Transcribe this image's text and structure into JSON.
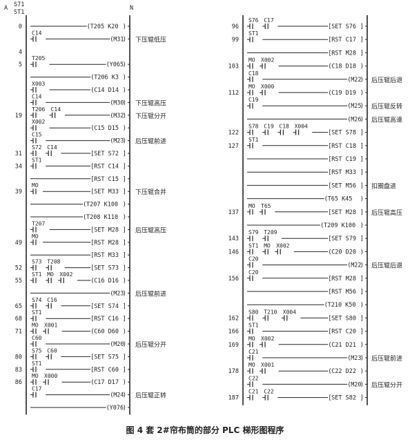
{
  "caption": "图 4  套 2#帘布筒的部分 PLC 梯形图程序",
  "colors": {
    "ink": "#222222",
    "paper": "#ffffff"
  },
  "left_panel": {
    "rail_top_labels": [
      "A",
      "S71",
      "ST1",
      "N"
    ],
    "rows": [
      {
        "step": "0",
        "contacts": [],
        "coil": "T205  K20",
        "comment": ""
      },
      {
        "step": "",
        "contacts": [
          "C14"
        ],
        "coil": "M31",
        "comment": "下压辊低压"
      },
      {
        "step": "4",
        "contacts": [],
        "coil": "",
        "comment": ""
      },
      {
        "step": "5",
        "contacts": [
          "T205"
        ],
        "coil": "Y065",
        "comment": ""
      },
      {
        "step": "",
        "contacts": [],
        "coil": "T206  K3",
        "comment": ""
      },
      {
        "step": "",
        "contacts": [
          "X003"
        ],
        "coil": "C14  D14",
        "comment": ""
      },
      {
        "step": "",
        "contacts": [
          "C14"
        ],
        "coil": "M30",
        "comment": "下压辊高压"
      },
      {
        "step": "19",
        "contacts": [
          "T206",
          "C14"
        ],
        "coil": "M32",
        "comment": "下压辊分开"
      },
      {
        "step": "",
        "contacts": [
          "X002"
        ],
        "coil": "C15  D15",
        "comment": ""
      },
      {
        "step": "",
        "contacts": [
          "C15"
        ],
        "coil": "M23",
        "comment": "后压辊前进"
      },
      {
        "step": "31",
        "contacts": [
          "S72",
          "C14"
        ],
        "coil": "SET  S72",
        "comment": ""
      },
      {
        "step": "34",
        "contacts": [
          "ST1"
        ],
        "coil": "RST  C14",
        "comment": ""
      },
      {
        "step": "",
        "contacts": [],
        "coil": "RST  C15",
        "comment": ""
      },
      {
        "step": "39",
        "contacts": [
          "MO"
        ],
        "coil": "SET  M33",
        "comment": "下压辊合并"
      },
      {
        "step": "",
        "contacts": [],
        "coil": "T207  K100",
        "comment": ""
      },
      {
        "step": "",
        "contacts": [],
        "coil": "T208  K110",
        "comment": ""
      },
      {
        "step": "",
        "contacts": [
          "T207"
        ],
        "coil": "SET  M28",
        "comment": "后压辊高压"
      },
      {
        "step": "49",
        "contacts": [
          "MO"
        ],
        "coil": "RST  M28",
        "comment": ""
      },
      {
        "step": "",
        "contacts": [],
        "coil": "RST  M33",
        "comment": ""
      },
      {
        "step": "52",
        "contacts": [
          "S73",
          "T208"
        ],
        "coil": "SET  S73",
        "comment": ""
      },
      {
        "step": "55",
        "contacts": [
          "ST1",
          "MO",
          "X002"
        ],
        "coil": "C16  D16",
        "comment": ""
      },
      {
        "step": "",
        "contacts": [],
        "coil": "M23",
        "comment": "后压辊前进"
      },
      {
        "step": "65",
        "contacts": [
          "S74",
          "C16"
        ],
        "coil": "SET  S74",
        "comment": ""
      },
      {
        "step": "68",
        "contacts": [
          "ST1"
        ],
        "coil": "RST  C16",
        "comment": ""
      },
      {
        "step": "71",
        "contacts": [
          "MO",
          "X001"
        ],
        "coil": "C60  D60",
        "comment": ""
      },
      {
        "step": "",
        "contacts": [
          "C60"
        ],
        "coil": "M20",
        "comment": "后压辊分开"
      },
      {
        "step": "80",
        "contacts": [
          "S75",
          "C60"
        ],
        "coil": "SET  S75",
        "comment": ""
      },
      {
        "step": "83",
        "contacts": [
          "ST1"
        ],
        "coil": "RST  C60",
        "comment": ""
      },
      {
        "step": "86",
        "contacts": [
          "MO",
          "X000"
        ],
        "coil": "C17  D17",
        "comment": ""
      },
      {
        "step": "",
        "contacts": [
          "C17"
        ],
        "coil": "M24",
        "comment": "后压辊正转"
      },
      {
        "step": "",
        "contacts": [],
        "coil": "Y076",
        "comment": ""
      }
    ]
  },
  "right_panel": {
    "rows": [
      {
        "step": "96",
        "contacts": [
          "S76",
          "C17"
        ],
        "coil": "SET  S76",
        "comment": ""
      },
      {
        "step": "99",
        "contacts": [
          "ST1"
        ],
        "coil": "RST  C17",
        "comment": ""
      },
      {
        "step": "",
        "contacts": [],
        "coil": "RST  M28",
        "comment": ""
      },
      {
        "step": "103",
        "contacts": [
          "MO",
          "X002"
        ],
        "coil": "C18  D18",
        "comment": ""
      },
      {
        "step": "",
        "contacts": [
          "C18"
        ],
        "coil": "M22",
        "comment": "后压辊后退"
      },
      {
        "step": "112",
        "contacts": [
          "MO",
          "X000"
        ],
        "coil": "C19  D19",
        "comment": ""
      },
      {
        "step": "",
        "contacts": [
          "C19"
        ],
        "coil": "M25",
        "comment": "后压辊反转"
      },
      {
        "step": "",
        "contacts": [],
        "coil": "M26",
        "comment": "后压辊高速"
      },
      {
        "step": "122",
        "contacts": [
          "S78",
          "C19",
          "C18",
          "X004"
        ],
        "coil": "SET  S78",
        "comment": ""
      },
      {
        "step": "127",
        "contacts": [
          "ST1"
        ],
        "coil": "RST  C18",
        "comment": ""
      },
      {
        "step": "",
        "contacts": [],
        "coil": "RST  C19",
        "comment": ""
      },
      {
        "step": "",
        "contacts": [],
        "coil": "RST  M33",
        "comment": ""
      },
      {
        "step": "",
        "contacts": [],
        "coil": "SET  M56",
        "comment": "扣圈盘进"
      },
      {
        "step": "",
        "contacts": [],
        "coil": "T65   K45",
        "comment": ""
      },
      {
        "step": "137",
        "contacts": [
          "MO",
          "T65"
        ],
        "coil": "SET  M28",
        "comment": "后压辊高压"
      },
      {
        "step": "",
        "contacts": [],
        "coil": "T209  K100",
        "comment": ""
      },
      {
        "step": "143",
        "contacts": [
          "S79",
          "T209"
        ],
        "coil": "SET  S79",
        "comment": ""
      },
      {
        "step": "146",
        "contacts": [
          "ST1",
          "MO",
          "X002"
        ],
        "coil": "C20  D20",
        "comment": ""
      },
      {
        "step": "",
        "contacts": [
          "C20"
        ],
        "coil": "M22",
        "comment": "后压辊后退"
      },
      {
        "step": "156",
        "contacts": [
          "C20"
        ],
        "coil": "RST  M28",
        "comment": ""
      },
      {
        "step": "",
        "contacts": [],
        "coil": "RST  M56",
        "comment": ""
      },
      {
        "step": "",
        "contacts": [],
        "coil": "T210  K50",
        "comment": ""
      },
      {
        "step": "162",
        "contacts": [
          "S80",
          "T210",
          "X004"
        ],
        "coil": "SET  S80",
        "comment": ""
      },
      {
        "step": "166",
        "contacts": [
          "ST1"
        ],
        "coil": "RST  C20",
        "comment": ""
      },
      {
        "step": "169",
        "contacts": [
          "MO",
          "X002"
        ],
        "coil": "C21  D21",
        "comment": ""
      },
      {
        "step": "",
        "contacts": [
          "C21"
        ],
        "coil": "M23",
        "comment": "后压辊前进"
      },
      {
        "step": "178",
        "contacts": [
          "MO",
          "X001"
        ],
        "coil": "C22  D22",
        "comment": ""
      },
      {
        "step": "",
        "contacts": [
          "C22"
        ],
        "coil": "M20",
        "comment": "后压辊分开"
      },
      {
        "step": "187",
        "contacts": [
          "C21",
          "C22"
        ],
        "coil": "SET  S82",
        "comment": ""
      }
    ]
  }
}
